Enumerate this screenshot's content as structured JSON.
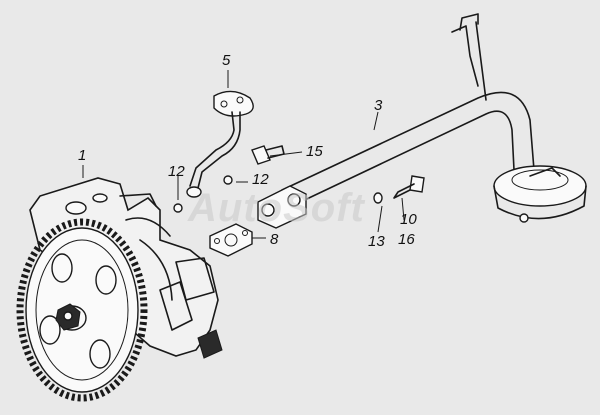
{
  "watermark": "AutoSoft",
  "callouts": [
    {
      "id": "1",
      "text": "1"
    },
    {
      "id": "3",
      "text": "3"
    },
    {
      "id": "5",
      "text": "5"
    },
    {
      "id": "8",
      "text": "8"
    },
    {
      "id": "10",
      "text": "10"
    },
    {
      "id": "12a",
      "text": "12"
    },
    {
      "id": "12b",
      "text": "12"
    },
    {
      "id": "13",
      "text": "13"
    },
    {
      "id": "15",
      "text": "15"
    },
    {
      "id": "16",
      "text": "16"
    }
  ]
}
